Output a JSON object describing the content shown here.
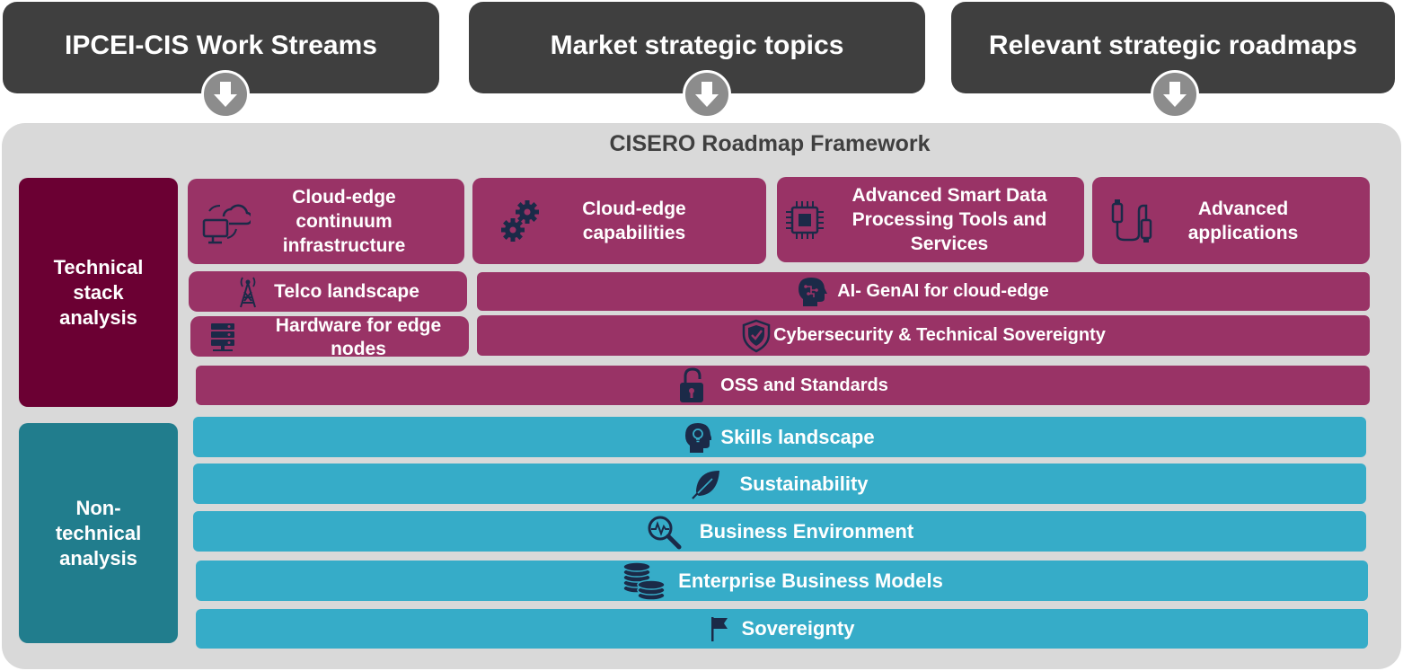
{
  "headers": [
    {
      "label": "IPCEI-CIS Work Streams"
    },
    {
      "label": "Market strategic topics"
    },
    {
      "label": "Relevant strategic roadmaps"
    }
  ],
  "framework": {
    "title": "CISERO Roadmap Framework",
    "technical": {
      "label": "Technical stack analysis",
      "top_tiles": [
        {
          "label": "Cloud-edge continuum infrastructure",
          "icon": "cloud-monitor-icon"
        },
        {
          "label": "Cloud-edge capabilities",
          "icon": "gears-icon"
        },
        {
          "label": "Advanced Smart Data Processing Tools and Services",
          "icon": "chip-icon"
        },
        {
          "label": "Advanced applications",
          "icon": "usb-plug-icon"
        }
      ],
      "telco": {
        "label": "Telco landscape",
        "icon": "tower-icon"
      },
      "hardware": {
        "label": "Hardware for edge nodes",
        "icon": "server-icon"
      },
      "ai": {
        "label": "AI- GenAI for cloud-edge",
        "icon": "ai-head-icon"
      },
      "cyber": {
        "label": "Cybersecurity & Technical Sovereignty",
        "icon": "shield-icon"
      },
      "oss": {
        "label": "OSS and Standards",
        "icon": "open-lock-icon"
      }
    },
    "non_technical": {
      "label": "Non-technical analysis",
      "bars": [
        {
          "label": "Skills landscape",
          "icon": "lightbulb-head-icon"
        },
        {
          "label": "Sustainability",
          "icon": "leaf-icon"
        },
        {
          "label": "Business Environment",
          "icon": "magnifier-pulse-icon"
        },
        {
          "label": "Enterprise Business Models",
          "icon": "coins-icon"
        },
        {
          "label": "Sovereignty",
          "icon": "flag-icon"
        }
      ]
    }
  },
  "colors": {
    "header_bg": "#3f3f3f",
    "frame_bg": "#d9d9d9",
    "technical_side": "#6b0033",
    "technical_tile": "#993366",
    "non_technical_side": "#217d8d",
    "non_technical_bar": "#36acc8",
    "icon_dark": "#1b2a48"
  }
}
